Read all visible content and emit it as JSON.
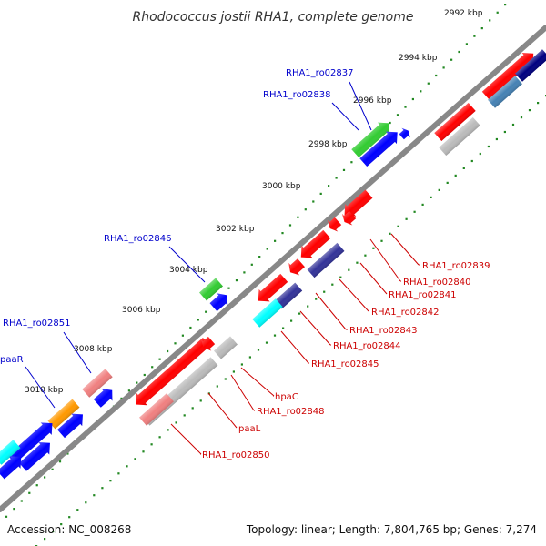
{
  "title": "Rhodococcus jostii RHA1, complete genome",
  "footer": {
    "accession": "Accession: NC_008268",
    "summary": "Topology: linear; Length: 7,804,765 bp; Genes: 7,274"
  },
  "ruler_ticks": [
    {
      "label": "2992 kbp"
    },
    {
      "label": "2994 kbp"
    },
    {
      "label": "2996 kbp"
    },
    {
      "label": "2998 kbp"
    },
    {
      "label": "3000 kbp"
    },
    {
      "label": "3002 kbp"
    },
    {
      "label": "3004 kbp"
    },
    {
      "label": "3006 kbp"
    },
    {
      "label": "3008 kbp"
    },
    {
      "label": "3010 kbp"
    }
  ],
  "labels_above": [
    {
      "text": "RHA1_ro02837"
    },
    {
      "text": "RHA1_ro02838"
    },
    {
      "text": "RHA1_ro02846"
    },
    {
      "text": "RHA1_ro02851"
    },
    {
      "text": "paaR"
    }
  ],
  "labels_below": [
    {
      "text": "RHA1_ro02839"
    },
    {
      "text": "RHA1_ro02840"
    },
    {
      "text": "RHA1_ro02841"
    },
    {
      "text": "RHA1_ro02842"
    },
    {
      "text": "RHA1_ro02843"
    },
    {
      "text": "RHA1_ro02844"
    },
    {
      "text": "RHA1_ro02845"
    },
    {
      "text": "hpaC"
    },
    {
      "text": "RHA1_ro02848"
    },
    {
      "text": "paaL"
    },
    {
      "text": "RHA1_ro02850"
    }
  ],
  "colors": {
    "red": "#ff0000",
    "blue": "#0000ff",
    "green": "#33cc33",
    "pink": "#f08080",
    "orange": "#ff9900",
    "cyan": "#00ffff",
    "navy": "#000080",
    "steel": "#4682b4",
    "gray": "#bbbbbb",
    "dark_blue": "#333399",
    "backbone": "#888888",
    "ruler": "#228822"
  }
}
